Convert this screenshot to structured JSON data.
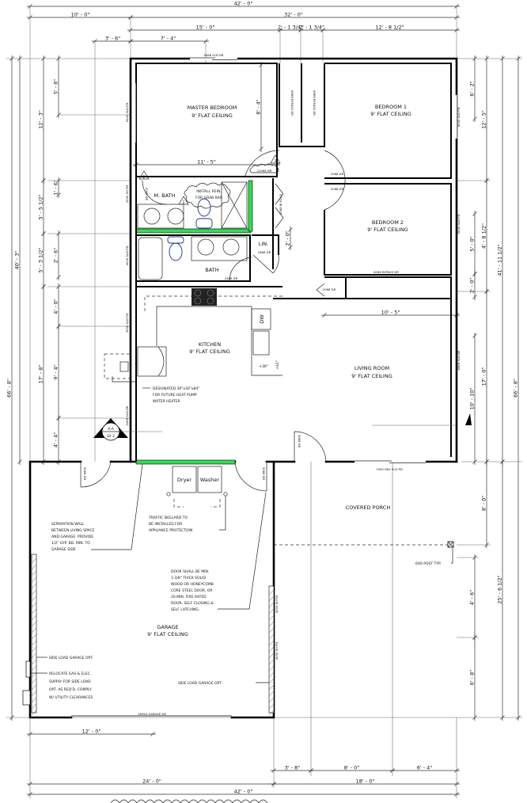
{
  "colors": {
    "fire_wall": "#33dd55",
    "fixture_outline": "#223388",
    "wall": "#000000"
  },
  "dimensions": {
    "top": [
      "42' - 0\"",
      "10' - 0\"",
      "32' - 0\"",
      "15' - 0\"",
      "2' - 1 3/4\"",
      "2' - 1 3/4\"",
      "12' - 8 1/2\"",
      "3' - 6\"",
      "7' - 4\""
    ],
    "left": [
      "66' - 8\"",
      "40' - 3\"",
      "12' - 3\"",
      "5' - 5 1/2\"",
      "5' - 3 1/2\"",
      "17' - 8\"",
      "5' - 8\"",
      "1' - 6\"",
      "2' - 6\"",
      "4' - 0\"",
      "9' - 4\"",
      "4' - 4\""
    ],
    "right": [
      "6' - 2\"",
      "5' - 0\"",
      "2' - 0\"",
      "10' - 10\"",
      "4' - 6\"",
      "6' - 8\"",
      "12' - 5\"",
      "4' - 8 1/2\"",
      "17' - 0\"",
      "8' - 0\"",
      "41' - 11 1/2\"",
      "25' - 6 1/2\"",
      "66' - 8\""
    ],
    "bottom": [
      "12' - 0\"",
      "3' - 8\"",
      "8' - 0\"",
      "6' - 4\"",
      "24' - 0\"",
      "18' - 0\"",
      "42' - 0\""
    ],
    "interior": [
      "11' - 5\"",
      "10' - 5\"",
      "8' - 4\"",
      "2' - 0\""
    ]
  },
  "rooms": {
    "master_bedroom": {
      "name": "MASTER BEDROOM",
      "ceiling": "9' FLAT CEILING"
    },
    "bedroom_1": {
      "name": "BEDROOM 1",
      "ceiling": "9' FLAT CEILING"
    },
    "bedroom_2": {
      "name": "BEDROOM 2",
      "ceiling": "9' FLAT CEILING"
    },
    "kitchen": {
      "name": "KITCHEN",
      "ceiling": "9' FLAT CEILING"
    },
    "living_room": {
      "name": "LIVING ROOM",
      "ceiling": "9' FLAT CEILING"
    },
    "garage": {
      "name": "GARAGE",
      "ceiling": "9' FLAT CEILING"
    },
    "master_bath": {
      "name": "M. BATH"
    },
    "bath": {
      "name": "BATH"
    },
    "linen": {
      "name": "LIN."
    },
    "covered_porch": {
      "name": "COVERED PORCH"
    }
  },
  "tags": {
    "master_slider_top": "5068 SLD DR",
    "master_window": "5040 SLD PD",
    "mbath_window": "2030 SH PD",
    "bath_window": "4016 SLD PD",
    "kitchen_window": "3050 SLD PD",
    "kitchen_slider": "5068 SLD DR",
    "closet_1": "6068 BYPASS DR",
    "closet_2": "6068 BYPASS DR",
    "mbath_door": "2068 DR",
    "mbath_entry": "21068 DR",
    "bed1_door": "2068 DR",
    "bed2_door": "2068 DR",
    "bifold": "4068 BI-FOLD",
    "linen_door": "2668 DR",
    "bath_door": "2668 DR",
    "bed2_closet": "6068 BYPASS DR",
    "hall_closet": "2068 DR",
    "bed1_window": "6040 SLD PD",
    "bed2_window": "5040 SLD PD",
    "living_slider": "6068 SLD DR",
    "living_door": "3068 DR",
    "garage_door_left": "3068 DR",
    "garage_door_right": "3068 DR",
    "porch_slider": "7050 DBL SLD PD",
    "garage_window_1": "4030 SH PD",
    "garage_window_2": "4030 SH PD",
    "overhead_door": "16050 GARAGE DR"
  },
  "fixtures": {
    "dryer": "Dryer",
    "washer": "Washer",
    "dishwasher": "DW",
    "counter_36": "+36\"",
    "counter_42": "+42\""
  },
  "revision_tag": "2",
  "section_marker": {
    "label": "A-A",
    "sheet": "S2.2"
  },
  "notes": {
    "grab_bar": [
      "INSTALL REIN.",
      "FOR GRAB BAR"
    ],
    "water_heater": [
      "DESIGNATED 30\"x30\"x84\"",
      "FOR FUTURE HEAT PUMP",
      "WATER HEATER"
    ],
    "separation_wall": [
      "SEPARATION WALL",
      "BETWEEN LIVING SPACE",
      "AND GARAGE. PROVIDE",
      "1/2\" GYP. BD. MIN. TO",
      "GARAGE SIDE"
    ],
    "bollard": [
      "TRAFFIC BOLLARD TO",
      "BE INSTALLED FOR",
      "APPLIANCE PROTECTION"
    ],
    "door_rating": [
      "DOOR SHALL BE MIN.",
      "1-3/8\" THICK SOLID",
      "WOOD OR HONEYCOMB",
      "CORE STEEL DOOR, OR",
      "20 MIN. FIRE RATED",
      "DOOR, SELF CLOSING &",
      "SELF LATCHING."
    ],
    "post": "6X6 POST TYP.",
    "side_load_left": "SIDE LOAD GARAGE OPT.",
    "side_load_right": "SIDE LOAD GARAGE OPT.",
    "relocate": [
      "RELOCATE GAS & ELEC.",
      "SUPPLY FOR SIDE LOAD",
      "OPT. AS REQ'D. COMPLY",
      "W/ UTILITY CLEARANCES"
    ]
  }
}
